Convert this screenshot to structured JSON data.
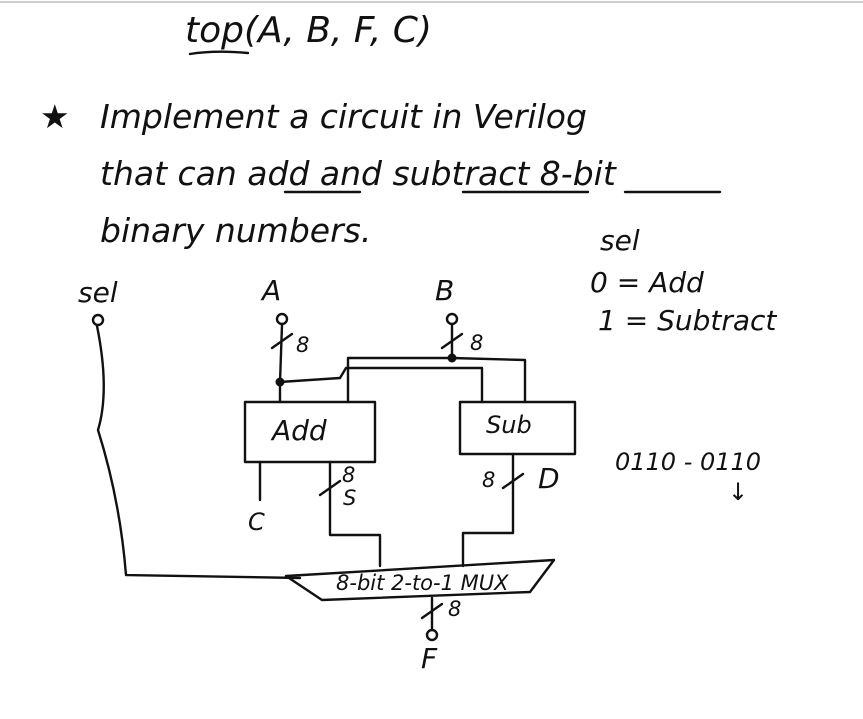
{
  "title": "top(A, B, F, C)",
  "task": {
    "star": "★",
    "line1": "Implement a circuit in Verilog",
    "line2": "that can add and subtract 8-bit",
    "line3": "binary numbers."
  },
  "legend": {
    "heading": "sel",
    "row0": "0 = Add",
    "row1": "1 = Subtract"
  },
  "signals": {
    "sel": "sel",
    "a": "A",
    "b": "B",
    "f": "F",
    "c": "C",
    "s": "S",
    "d": "D"
  },
  "bus_widths": {
    "a": "8",
    "b": "8",
    "s": "8",
    "d": "8",
    "f": "8"
  },
  "blocks": {
    "adder": "Add",
    "subtractor": "Sub",
    "mux": "8-bit 2-to-1 MUX"
  },
  "note": {
    "expression": "0110 - 0110",
    "arrow": "↓"
  }
}
